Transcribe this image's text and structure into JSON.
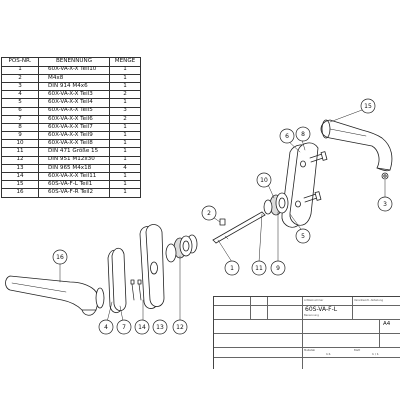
{
  "bom": {
    "headers": [
      "POS-NR.",
      "BENENNUNG",
      "MENGE"
    ],
    "rows": [
      [
        "1",
        "60X-VA-X-X Teil10",
        "1"
      ],
      [
        "2",
        "M4x8",
        "1"
      ],
      [
        "3",
        "DIN 914 M4x6",
        "1"
      ],
      [
        "4",
        "60X-VA-X-X Teil3",
        "2"
      ],
      [
        "5",
        "60X-VA-X-X Teil4",
        "1"
      ],
      [
        "6",
        "60X-VA-X-X Teil5",
        "3"
      ],
      [
        "7",
        "60X-VA-X-X Teil6",
        "2"
      ],
      [
        "8",
        "60X-VA-X-X Teil7",
        "1"
      ],
      [
        "9",
        "60X-VA-X-X Teil9",
        "1"
      ],
      [
        "10",
        "60X-VA-X-X Teil8",
        "1"
      ],
      [
        "11",
        "DIN 471 Größe 15",
        "1"
      ],
      [
        "12",
        "DIN 951 M12x30",
        "1"
      ],
      [
        "13",
        "DIN 965 M4x18",
        "4"
      ],
      [
        "14",
        "60X-VA-X-X Teil11",
        "1"
      ],
      [
        "15",
        "60S-VA-F-L Teil1",
        "1"
      ],
      [
        "16",
        "60S-VA-F-R Teil2",
        "1"
      ]
    ]
  },
  "callouts": {
    "c1": "1",
    "c2": "2",
    "c3": "3",
    "c4": "4",
    "c5": "5",
    "c6": "6",
    "c7": "7",
    "c8": "8",
    "c9": "9",
    "c10": "10",
    "c11": "11",
    "c12": "12",
    "c13": "13",
    "c14": "14",
    "c15": "15",
    "c16": "16"
  },
  "title_block": {
    "title": "60S-VA-F-L",
    "size": "A4",
    "field_1": "Artikelnummer",
    "field_2": "Benennung",
    "field_3": "Verantwortl. Abteilung",
    "field_4": "Maßstab",
    "field_5": "Blatt",
    "value_1": "1:1",
    "value_2": "1 / 1"
  },
  "colors": {
    "line": "#222222",
    "fill": "#ffffff",
    "shade": "#dcdcdc"
  }
}
